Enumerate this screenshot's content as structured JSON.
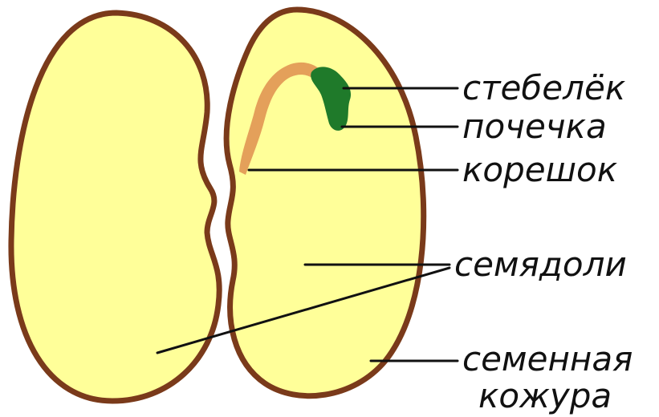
{
  "colors": {
    "seed_fill": "#ffff99",
    "seed_coat": "#7a3a1a",
    "embryo_root": "#e4a05a",
    "embryo_bud": "#1f7a2a",
    "line": "#111111",
    "background": "#ffffff"
  },
  "labels": {
    "stem": "стебелёк",
    "bud": "почечка",
    "root": "корешок",
    "cotyledons": "семядоли",
    "seed_coat_line1": "семенная",
    "seed_coat_line2": "кожура"
  }
}
